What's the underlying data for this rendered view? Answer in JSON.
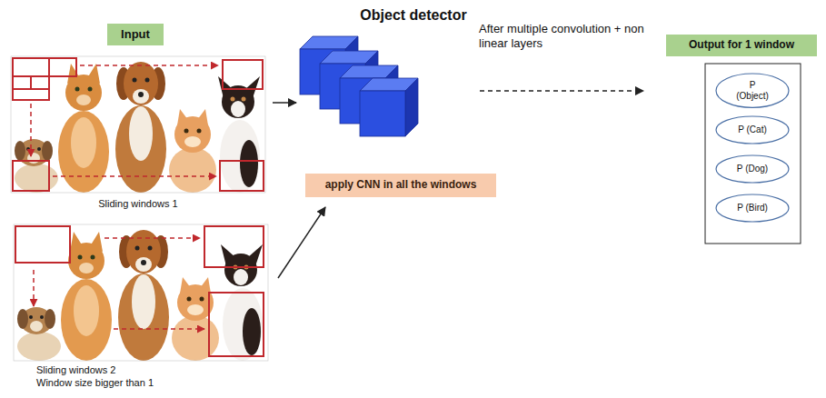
{
  "diagram": {
    "title": "Object detector",
    "nodes": [
      {
        "text": [
          "Input"
        ]
      },
      {
        "text": [
          "apply CNN in all the windows"
        ]
      },
      {
        "text": [
          "Output for 1 window"
        ]
      },
      {
        "text": [
          "P (Object)"
        ]
      },
      {
        "text": [
          "P (Cat)"
        ]
      },
      {
        "text": [
          "P (Dog)"
        ]
      },
      {
        "text": [
          "P (Bird)"
        ]
      }
    ],
    "labels": [
      "After multiple convolution + non linear layers",
      "Sliding windows 1",
      "Sliding windows 2",
      "Window size bigger than 1"
    ]
  }
}
